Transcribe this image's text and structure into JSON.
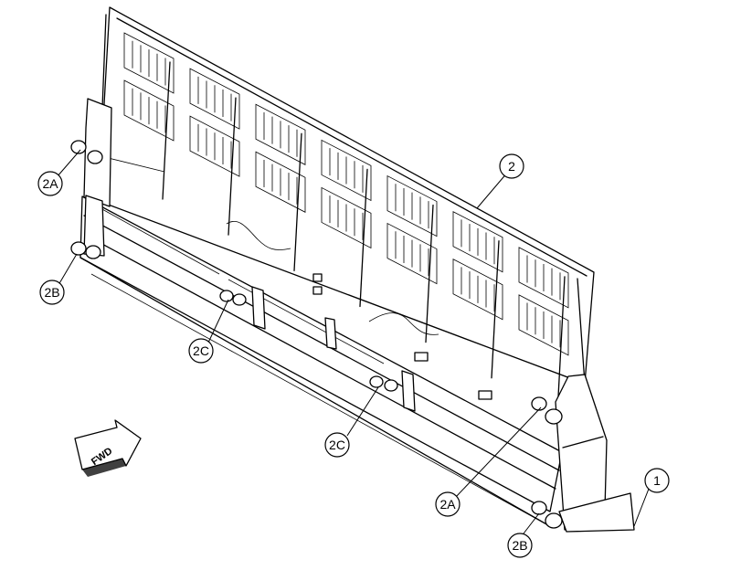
{
  "callouts": [
    {
      "id": "1",
      "label": "1"
    },
    {
      "id": "2",
      "label": "2"
    },
    {
      "id": "2a_left",
      "label": "2A"
    },
    {
      "id": "2b_left",
      "label": "2B"
    },
    {
      "id": "2c_left",
      "label": "2C"
    },
    {
      "id": "2c_right",
      "label": "2C"
    },
    {
      "id": "2a_right",
      "label": "2A"
    },
    {
      "id": "2b_right",
      "label": "2B"
    }
  ],
  "direction_arrow": {
    "label": "FWD",
    "icon": "forward-arrow-icon"
  }
}
